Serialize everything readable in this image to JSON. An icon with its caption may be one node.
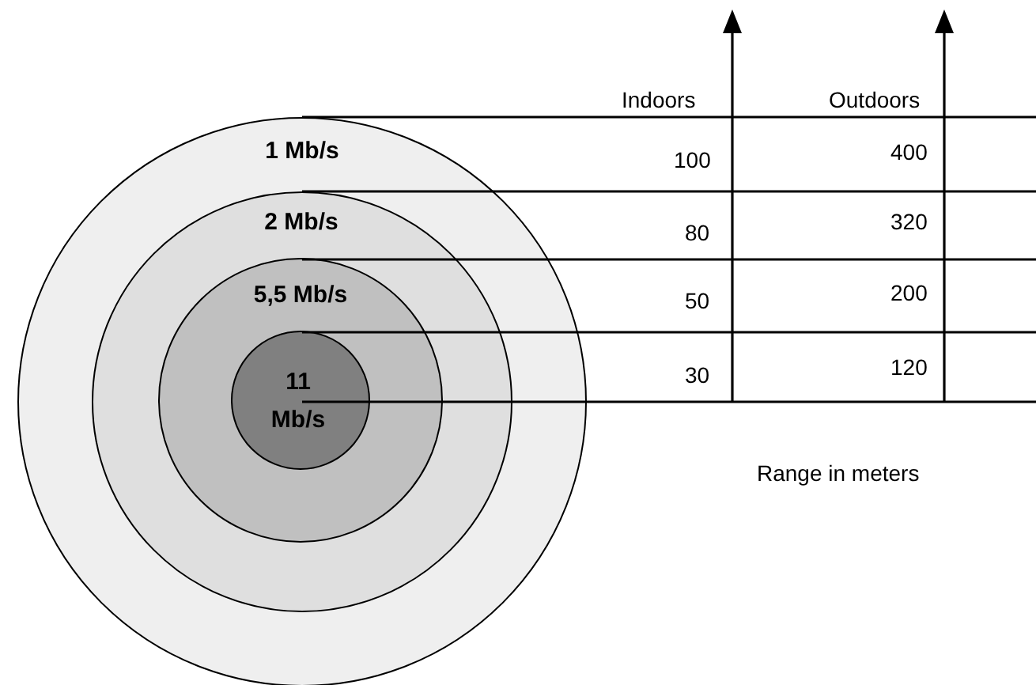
{
  "diagram": {
    "nodes": [
      {
        "text": [
          "1 Mb/s"
        ]
      },
      {
        "text": [
          "2 Mb/s"
        ],
        "in": 0
      },
      {
        "text": [
          "5,5 Mb/s"
        ],
        "in": 1
      },
      {
        "text": [
          "11 Mb/s"
        ],
        "in": 2
      }
    ],
    "labels": [
      "Indoors",
      "Outdoors",
      "100",
      "400",
      "80",
      "320",
      "50",
      "200",
      "30",
      "120",
      "Range in meters"
    ]
  }
}
